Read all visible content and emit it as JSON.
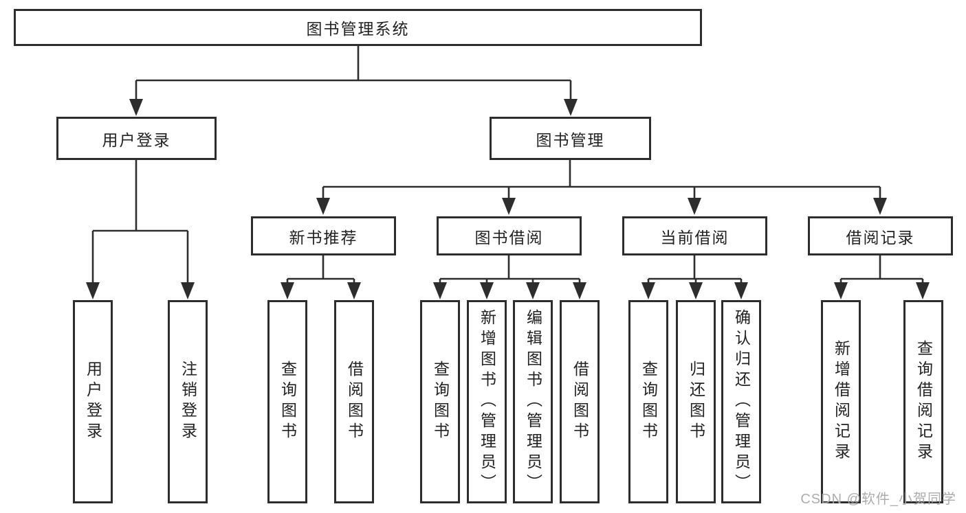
{
  "diagram": {
    "root": "图书管理系统",
    "level2": [
      {
        "label": "用户登录"
      },
      {
        "label": "图书管理"
      }
    ],
    "level3": [
      {
        "label": "新书推荐"
      },
      {
        "label": "图书借阅"
      },
      {
        "label": "当前借阅"
      },
      {
        "label": "借阅记录"
      }
    ],
    "level4": {
      "user_login": [
        "用户登录",
        "注销登录"
      ],
      "new_book": [
        "查询图书",
        "借阅图书"
      ],
      "book_borrow": [
        "查询图书",
        "新增图书（管理员）",
        "编辑图书（管理员）",
        "借阅图书"
      ],
      "current_borrow": [
        "查询图书",
        "归还图书",
        "确认归还（管理员）"
      ],
      "borrow_records": [
        "新增借阅记录",
        "查询借阅记录"
      ]
    }
  },
  "colors": {
    "line": "#2d2d2d",
    "box_border": "#2d2d2d",
    "text": "#222222",
    "background": "#ffffff",
    "watermark": "#a8a8a8"
  },
  "watermark": "CSDN @软件_小贺同学"
}
